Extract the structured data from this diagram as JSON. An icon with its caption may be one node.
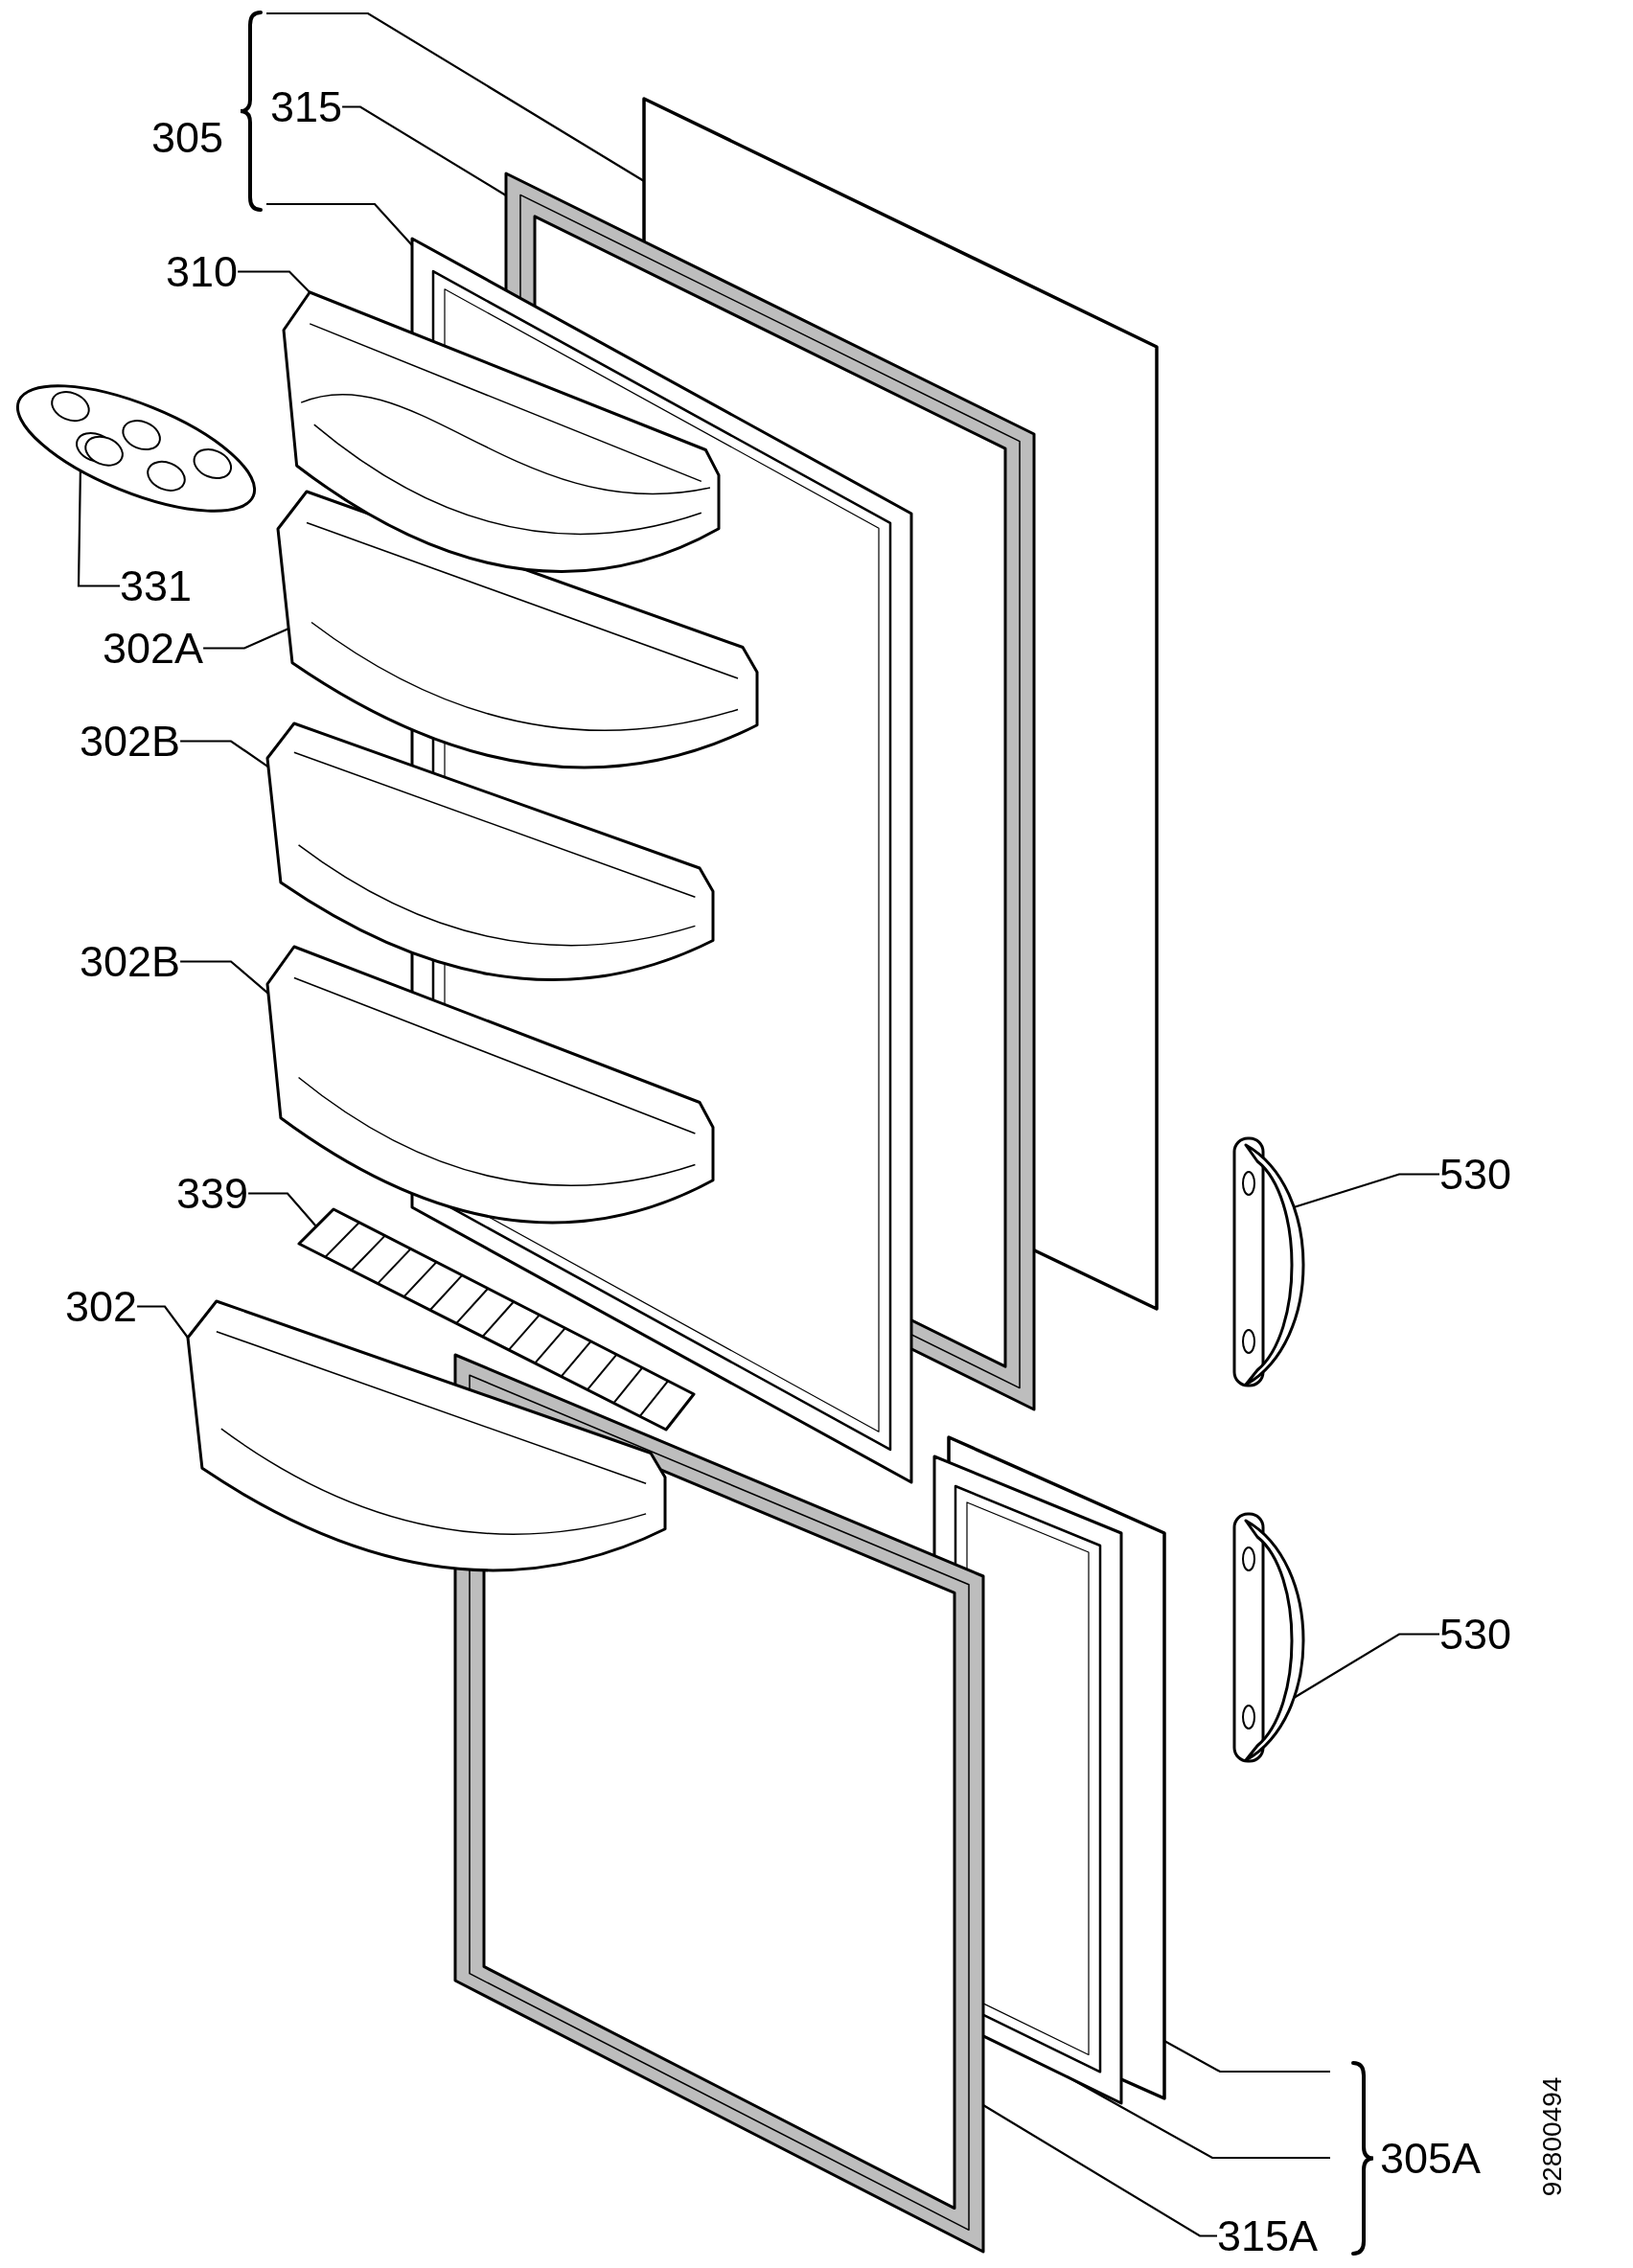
{
  "diagram": {
    "nodes": [
      {
        "text": [
          "305"
        ]
      },
      {
        "text": [
          "315"
        ]
      },
      {
        "text": [
          "310"
        ]
      },
      {
        "text": [
          "331"
        ]
      },
      {
        "text": [
          "302A"
        ]
      },
      {
        "text": [
          "302B"
        ]
      },
      {
        "text": [
          "302B"
        ]
      },
      {
        "text": [
          "339"
        ]
      },
      {
        "text": [
          "530"
        ]
      },
      {
        "text": [
          "302"
        ]
      },
      {
        "text": [
          "530"
        ]
      },
      {
        "text": [
          "305A"
        ]
      },
      {
        "text": [
          "315A"
        ]
      },
      {
        "text": [],
        "shape": "box"
      },
      {
        "text": [],
        "shape": "picture"
      },
      {
        "text": [],
        "shape": "picture"
      },
      {
        "text": [],
        "shape": "picture"
      },
      {
        "text": [],
        "shape": "picture"
      },
      {
        "text": [],
        "shape": "picture"
      },
      {
        "text": [],
        "shape": "picture"
      },
      {
        "text": [],
        "shape": "picture"
      },
      {
        "text": [],
        "shape": "picture"
      },
      {
        "text": [],
        "shape": "picture"
      },
      {
        "text": [],
        "shape": "picture"
      },
      {
        "text": [],
        "shape": "picture"
      },
      {
        "text": [],
        "shape": "box"
      },
      {
        "text": [],
        "shape": "picture"
      },
      {
        "text": [],
        "shape": "picture"
      }
    ],
    "edges": [
      {
        "from": 0,
        "to": 13,
        "arrow": "none"
      },
      {
        "from": 0,
        "to": 15,
        "arrow": "none"
      },
      {
        "from": 1,
        "to": 14,
        "arrow": "none"
      },
      {
        "from": 2,
        "to": 16,
        "arrow": "none"
      },
      {
        "from": 3,
        "to": 17,
        "arrow": "none"
      },
      {
        "from": 4,
        "to": 18,
        "arrow": "none"
      },
      {
        "from": 5,
        "to": 19,
        "arrow": "none"
      },
      {
        "from": 6,
        "to": 20,
        "arrow": "none"
      },
      {
        "from": 7,
        "to": 21,
        "arrow": "none"
      },
      {
        "from": 9,
        "to": 22,
        "arrow": "none"
      },
      {
        "from": 8,
        "to": 23,
        "arrow": "none"
      },
      {
        "from": 10,
        "to": 24,
        "arrow": "none"
      },
      {
        "from": 11,
        "to": 25,
        "arrow": "none"
      },
      {
        "from": 11,
        "to": 26,
        "arrow": "none"
      },
      {
        "from": 12,
        "to": 27,
        "arrow": "none"
      }
    ],
    "labels": [
      "92800494"
    ]
  }
}
